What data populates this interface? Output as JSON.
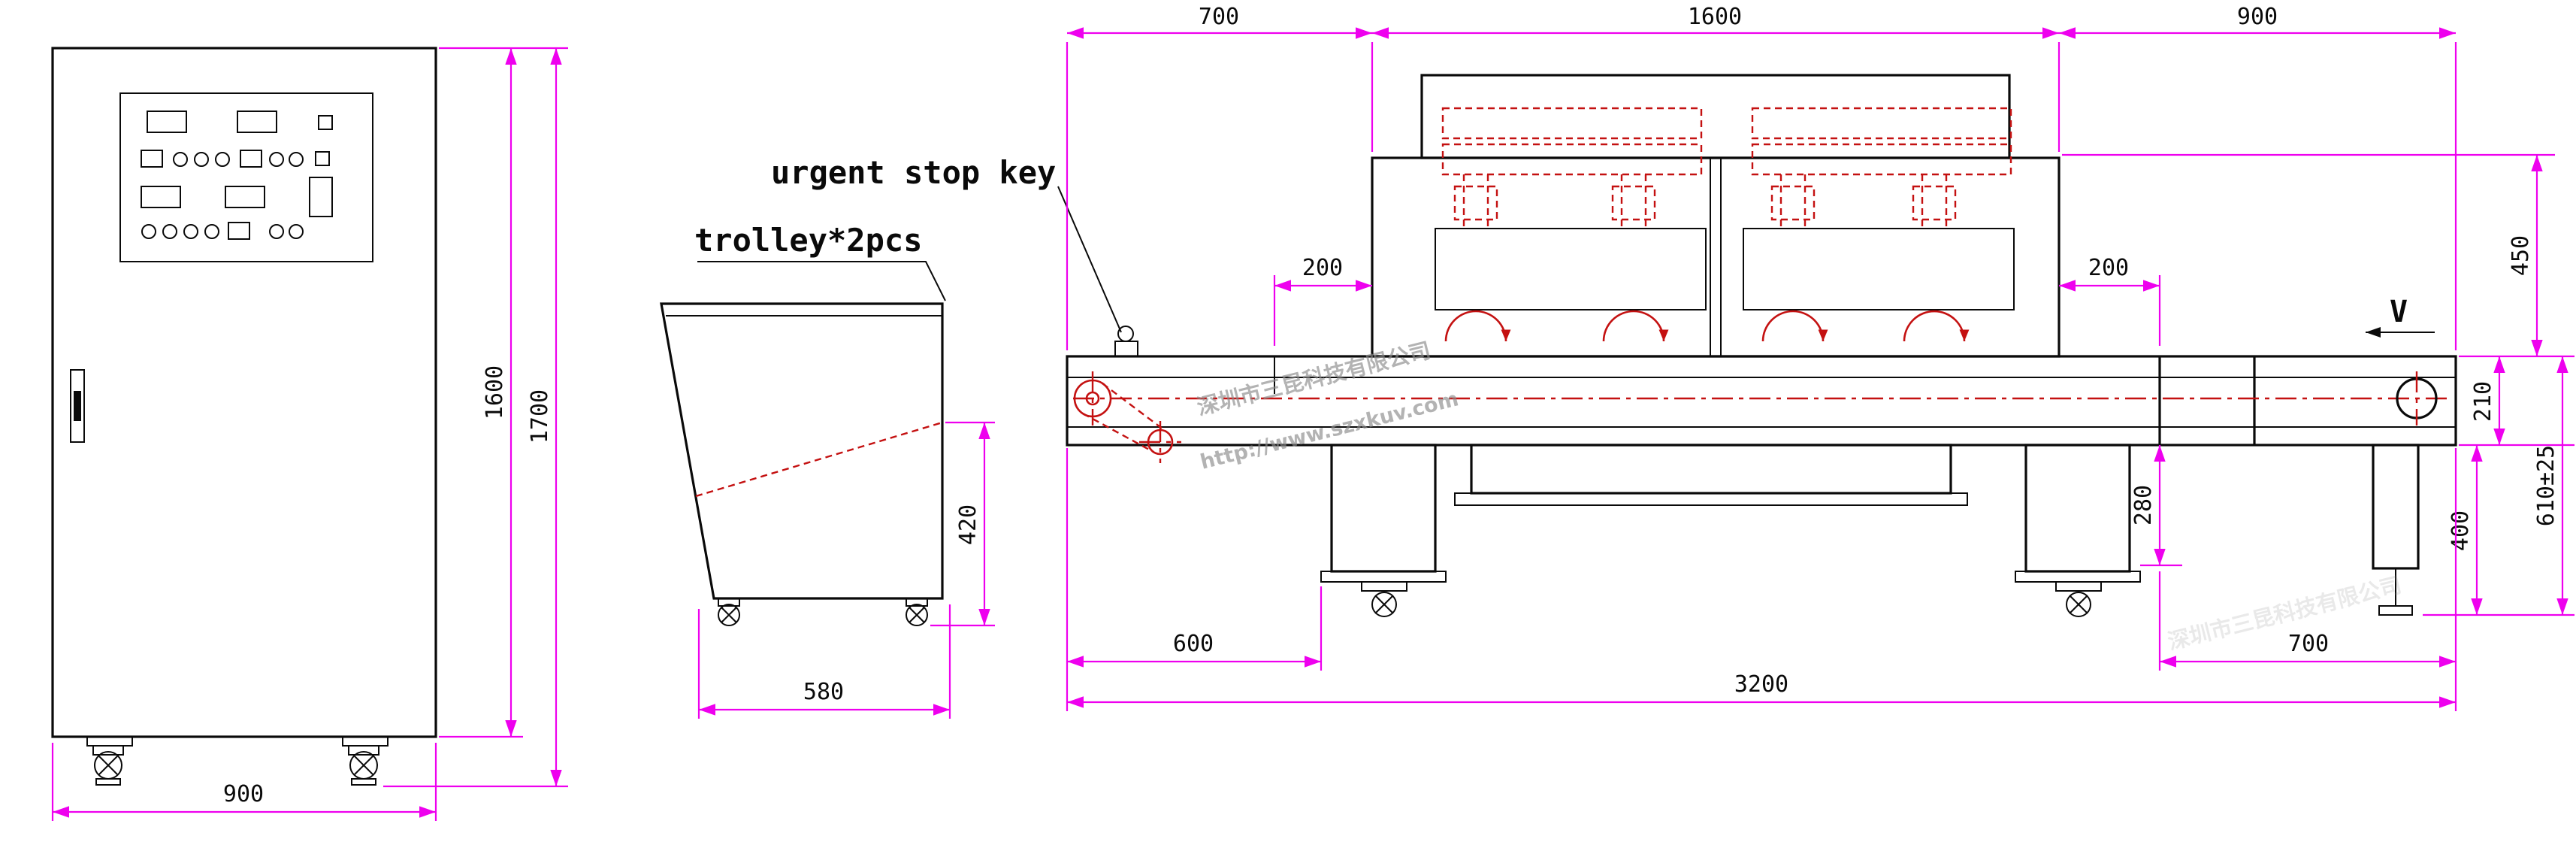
{
  "colors": {
    "background": "#FFFFFF",
    "outline": "#0a0a0a",
    "dimension": "#EE00EE",
    "mechanism": "#C41111",
    "watermark": "#8C8C8C"
  },
  "labels": {
    "urgent_stop": "urgent stop key",
    "trolley": "trolley*2pcs",
    "direction": "V"
  },
  "watermark": {
    "company": "深圳市三昆科技有限公司",
    "url": "http://www.szxkuv.com"
  },
  "cabinet": {
    "width": "900",
    "body_height": "1600",
    "total_height": "1700"
  },
  "trolley": {
    "width": "580",
    "tray_height": "420"
  },
  "conveyor": {
    "infeed_length": "700",
    "oven_length": "1600",
    "outfeed_length": "900",
    "entry_margin": "200",
    "exit_margin": "200",
    "hood_height": "450",
    "belt_thickness": "210",
    "work_height": "610±25",
    "under_box_height": "280",
    "leg_height": "400",
    "infeed_floor": "600",
    "total_length": "3200",
    "outfeed_floor": "700"
  }
}
